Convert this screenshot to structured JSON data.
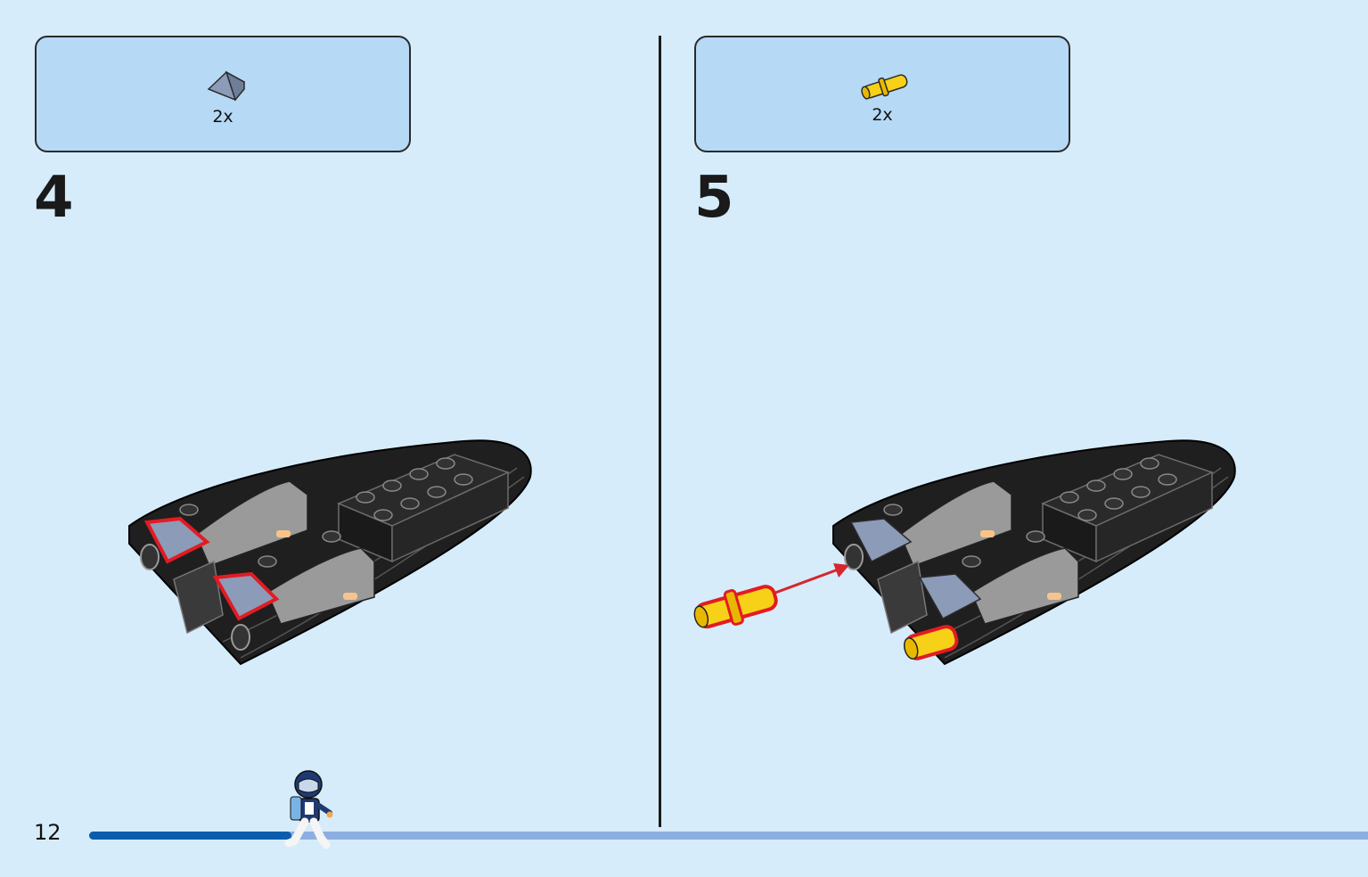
{
  "page": {
    "number": "12",
    "progress_fraction": 0.158
  },
  "steps": [
    {
      "number": "4",
      "part": {
        "icon": "slope-brick-icon",
        "color": "#8b9bb8",
        "quantity": "2x"
      }
    },
    {
      "number": "5",
      "part": {
        "icon": "technic-pin-icon",
        "color": "#f7d117",
        "quantity": "2x"
      }
    }
  ],
  "colors": {
    "background": "#d6ecfa",
    "parts_box": "#b6d9f5",
    "highlight": "#e31b23",
    "progress": "#0b5cab",
    "progress_track": "#8cafe0"
  }
}
